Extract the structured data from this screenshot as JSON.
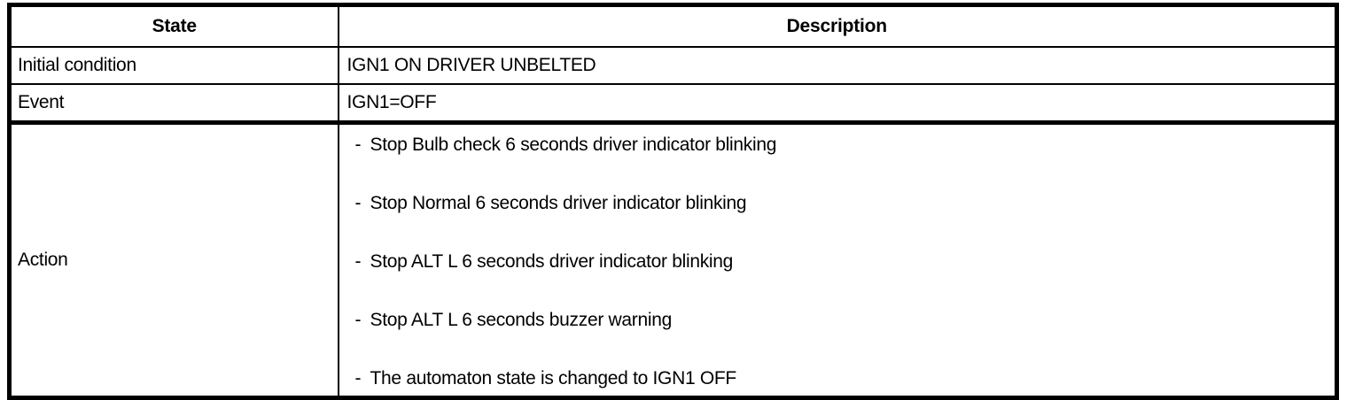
{
  "table": {
    "columns": [
      {
        "key": "state",
        "header": "State"
      },
      {
        "key": "description",
        "header": "Description"
      }
    ],
    "rows": [
      {
        "label": "Initial condition",
        "value": "IGN1 ON DRIVER UNBELTED"
      },
      {
        "label": "Event",
        "value": "IGN1=OFF"
      },
      {
        "label": "Action",
        "items": [
          {
            "bullet": "-",
            "text": "Stop Bulb check 6 seconds driver indicator blinking"
          },
          {
            "bullet": "-",
            "text": "Stop Normal 6 seconds driver indicator blinking"
          },
          {
            "bullet": "-",
            "text": "Stop ALT L 6 seconds driver indicator blinking"
          },
          {
            "bullet": "-",
            "text": "Stop ALT L 6 seconds buzzer warning"
          },
          {
            "bullet": "-",
            "text": "The automaton state is changed to IGN1 OFF"
          }
        ]
      }
    ]
  },
  "colors": {
    "background": "#ffffff",
    "text": "#000000",
    "border": "#000000"
  }
}
